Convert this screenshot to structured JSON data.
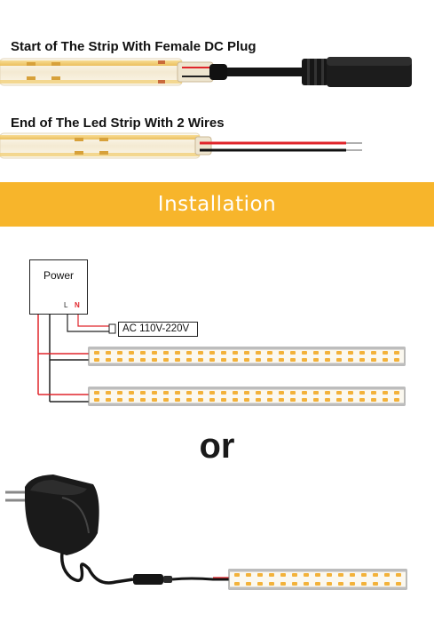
{
  "headings": {
    "start": "Start of The Strip With Female DC Plug",
    "end": "End of The Led Strip With 2 Wires"
  },
  "banner": {
    "text": "Installation",
    "color": "#f7b52b"
  },
  "diagram": {
    "power_label": "Power",
    "terminal_l": "L",
    "terminal_n": "N",
    "ac_label": "AC 110V-220V"
  },
  "or_text": "or",
  "colors": {
    "wire_red": "#e0252b",
    "wire_black": "#222222",
    "led_chip": "#f3b23a",
    "strip_base": "#f8f3e6"
  }
}
